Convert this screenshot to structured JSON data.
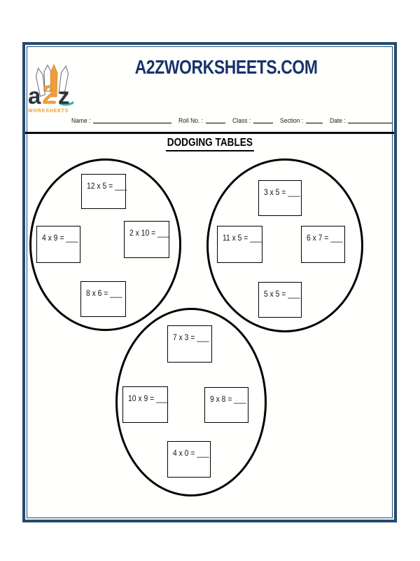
{
  "header": {
    "site_title": "A2ZWORKSHEETS.COM",
    "logo": {
      "letter_a": "a",
      "letter_2": "2",
      "letter_z": "z",
      "word": "WORKSHEETS"
    },
    "fields": [
      {
        "label": "Name :"
      },
      {
        "label": "Roll No. :"
      },
      {
        "label": "Class :"
      },
      {
        "label": "Section :"
      },
      {
        "label": "Date :"
      }
    ]
  },
  "worksheet": {
    "title": "DODGING TABLES",
    "circles": [
      {
        "problems": [
          "12 x 5 = ___",
          "4 x 9 = ___",
          "2 x 10 = ___",
          "8 x 6 = ___"
        ]
      },
      {
        "problems": [
          "3 x 5 = ___",
          "11 x 5 = ___",
          "6 x 7 = ___",
          "5 x 5 = ___"
        ]
      },
      {
        "problems": [
          "7 x 3 = ___",
          "10 x 9 = ___",
          "9 x 8 = ___",
          "4 x 0 = ___"
        ]
      }
    ]
  },
  "colors": {
    "frame_border": "#234a70",
    "brand_navy": "#17336b",
    "logo_orange": "#ef9c3a",
    "logo_dark": "#2b3440",
    "logo_teal": "#3fae9f",
    "ink_black": "#000000"
  }
}
